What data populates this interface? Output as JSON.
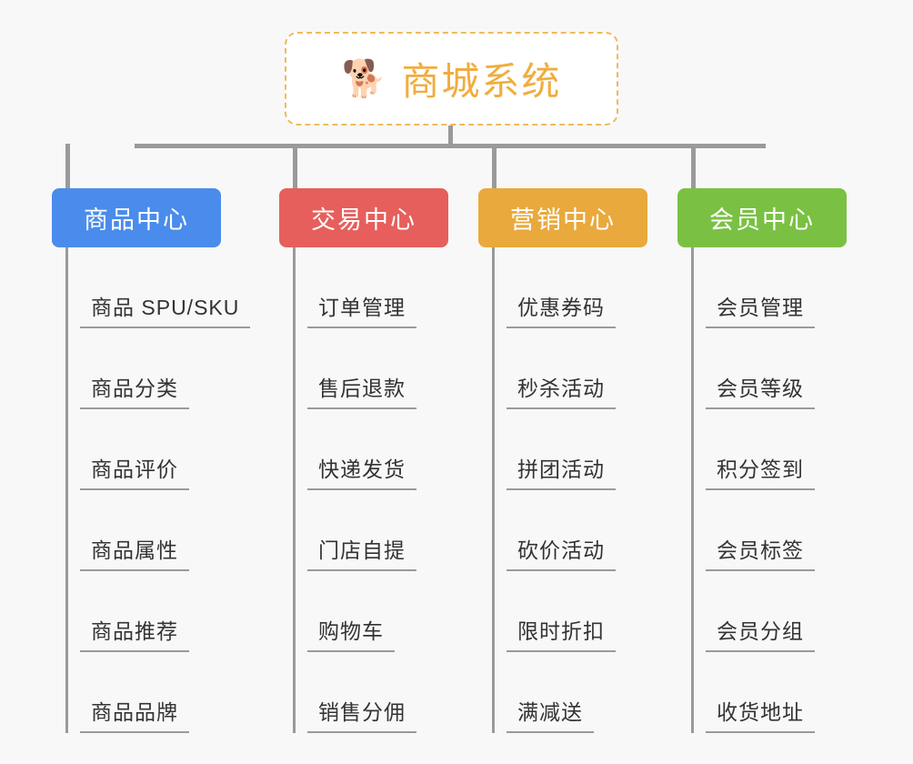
{
  "canvas": {
    "background_color": "#f8f8f8",
    "line_color": "#9a9a9a"
  },
  "root": {
    "icon": "shiba-dog-face-icon",
    "emoji": "🐕",
    "title": "商城系统",
    "text_color": "#f0ad3f",
    "border_color": "#f0b95c",
    "background_color": "#ffffff"
  },
  "columns": [
    {
      "id": "product-center",
      "header": "商品中心",
      "color": "#4a8ceb",
      "leaves": [
        "商品 SPU/SKU",
        "商品分类",
        "商品评价",
        "商品属性",
        "商品推荐",
        "商品品牌"
      ]
    },
    {
      "id": "trade-center",
      "header": "交易中心",
      "color": "#e65f5c",
      "leaves": [
        "订单管理",
        "售后退款",
        "快递发货",
        "门店自提",
        "购物车",
        "销售分佣"
      ]
    },
    {
      "id": "marketing-center",
      "header": "营销中心",
      "color": "#e9a93c",
      "leaves": [
        "优惠券码",
        "秒杀活动",
        "拼团活动",
        "砍价活动",
        "限时折扣",
        "满减送"
      ]
    },
    {
      "id": "member-center",
      "header": "会员中心",
      "color": "#7ac143",
      "leaves": [
        "会员管理",
        "会员等级",
        "积分签到",
        "会员标签",
        "会员分组",
        "收货地址"
      ]
    }
  ]
}
